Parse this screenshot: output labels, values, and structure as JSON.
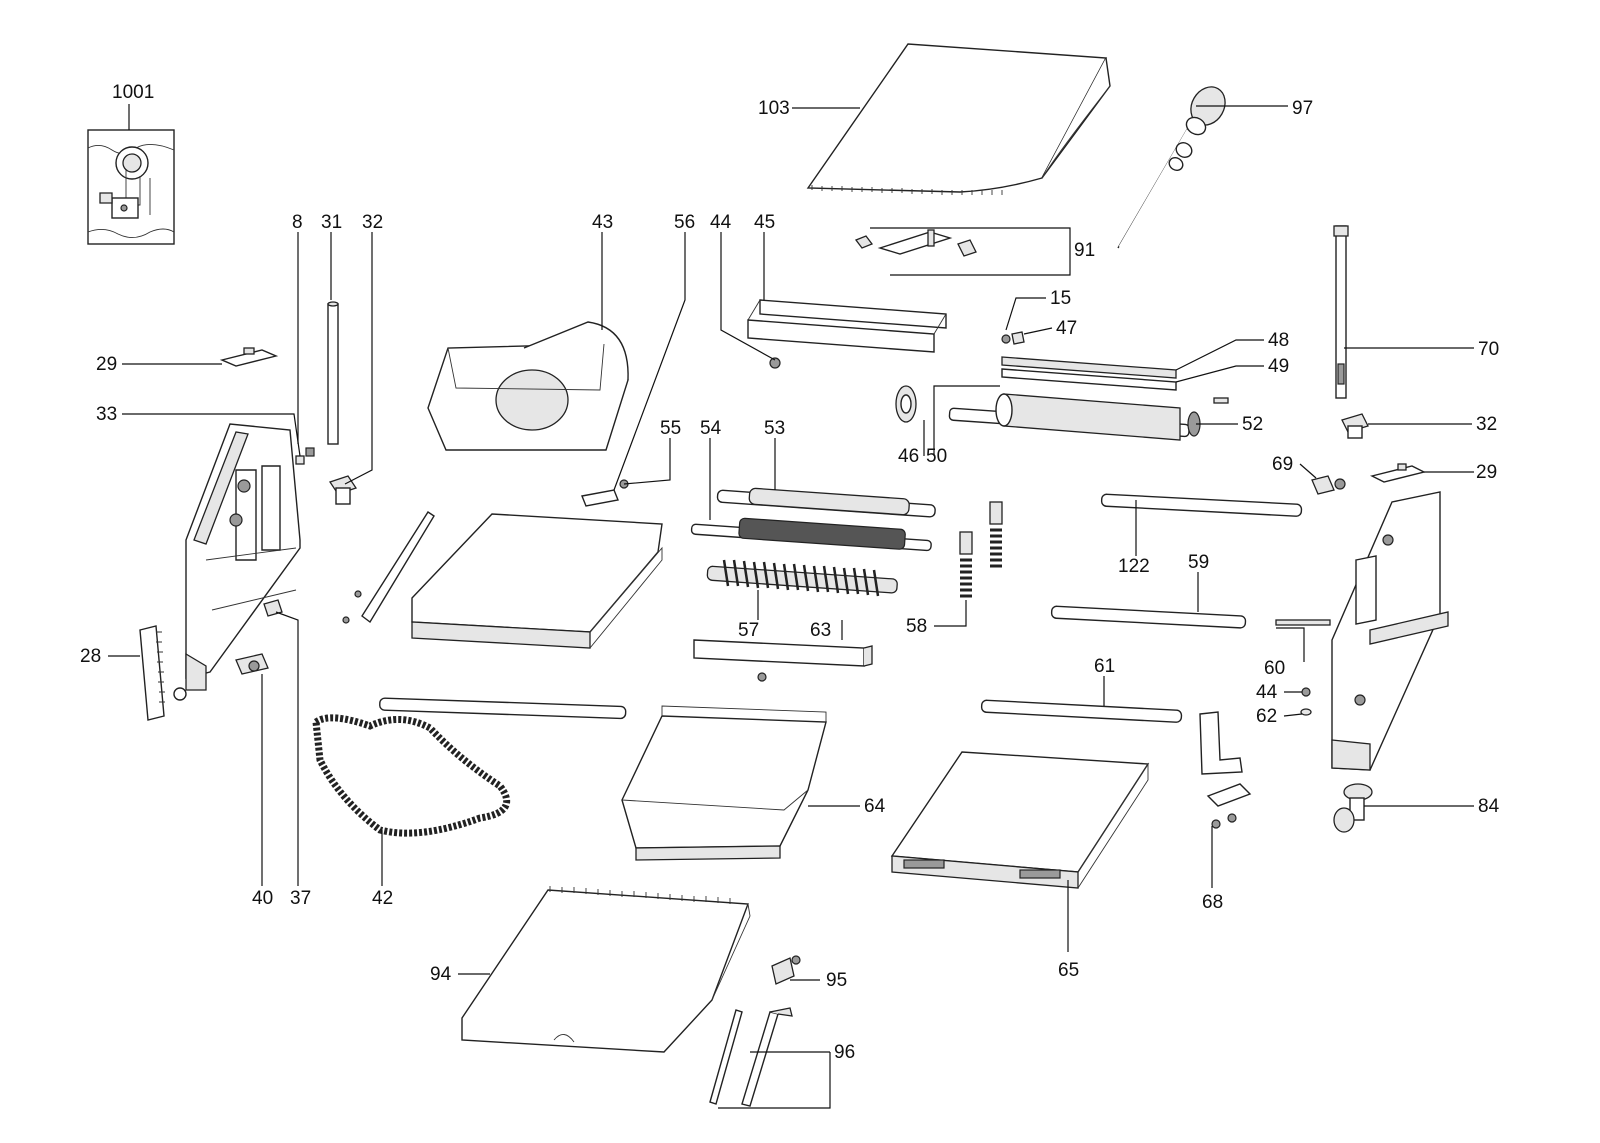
{
  "callouts": {
    "c1001": "1001",
    "c8": "8",
    "c31": "31",
    "c32a": "32",
    "c43": "43",
    "c56": "56",
    "c44a": "44",
    "c45": "45",
    "c103": "103",
    "c97": "97",
    "c91": "91",
    "c15": "15",
    "c47": "47",
    "c48": "48",
    "c49": "49",
    "c70": "70",
    "c29a": "29",
    "c33": "33",
    "c55": "55",
    "c54": "54",
    "c53": "53",
    "c46": "46",
    "c50": "50",
    "c52": "52",
    "c32b": "32",
    "c69": "69",
    "c29b": "29",
    "c122": "122",
    "c59": "59",
    "c28": "28",
    "c57": "57",
    "c63": "63",
    "c58": "58",
    "c60": "60",
    "c61": "61",
    "c44b": "44",
    "c62": "62",
    "c84": "84",
    "c64": "64",
    "c40": "40",
    "c37": "37",
    "c42": "42",
    "c68": "68",
    "c65": "65",
    "c94": "94",
    "c95": "95",
    "c96": "96"
  }
}
